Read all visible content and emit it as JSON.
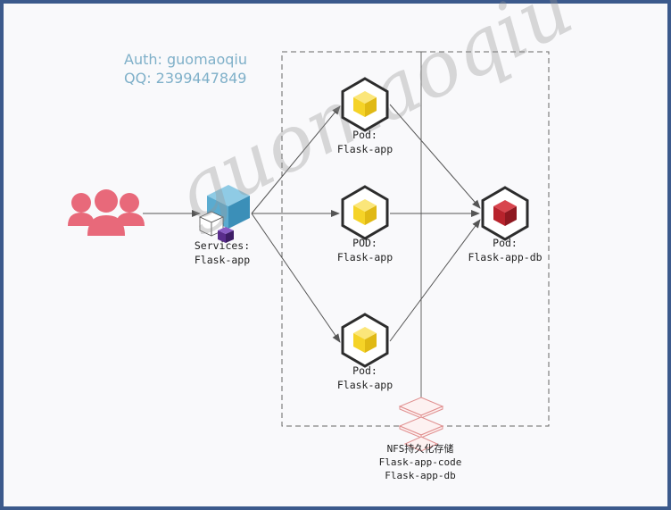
{
  "auth": {
    "line1": "Auth: guomaoqiu",
    "line2": "QQ: 2399447849"
  },
  "watermark": "guomaoqiu",
  "service": {
    "label_line1": "Services:",
    "label_line2": "Flask-app"
  },
  "pods": [
    {
      "label_line1": "Pod:",
      "label_line2": "Flask-app"
    },
    {
      "label_line1": "POD:",
      "label_line2": "Flask-app"
    },
    {
      "label_line1": "Pod:",
      "label_line2": "Flask-app"
    }
  ],
  "db_pod": {
    "label_line1": "Pod:",
    "label_line2": "Flask-app-db"
  },
  "storage": {
    "line1": "NFS持久化存储",
    "line2": "Flask-app-code",
    "line3": "Flask-app-db"
  },
  "colors": {
    "users": "#e8697a",
    "pod_cube": "#f5d327",
    "db_cube": "#b8232c",
    "service_cube": "#5aabd0",
    "service_small_cube": "#5a2d8c",
    "hexagon_outline": "#2c2c2c",
    "storage": "#e8a8a8",
    "auth_text": "#7fb0c9",
    "border": "#3c5a8c"
  },
  "icons": [
    "users-icon",
    "service-icon",
    "pod-icon",
    "database-pod-icon",
    "storage-icon"
  ]
}
